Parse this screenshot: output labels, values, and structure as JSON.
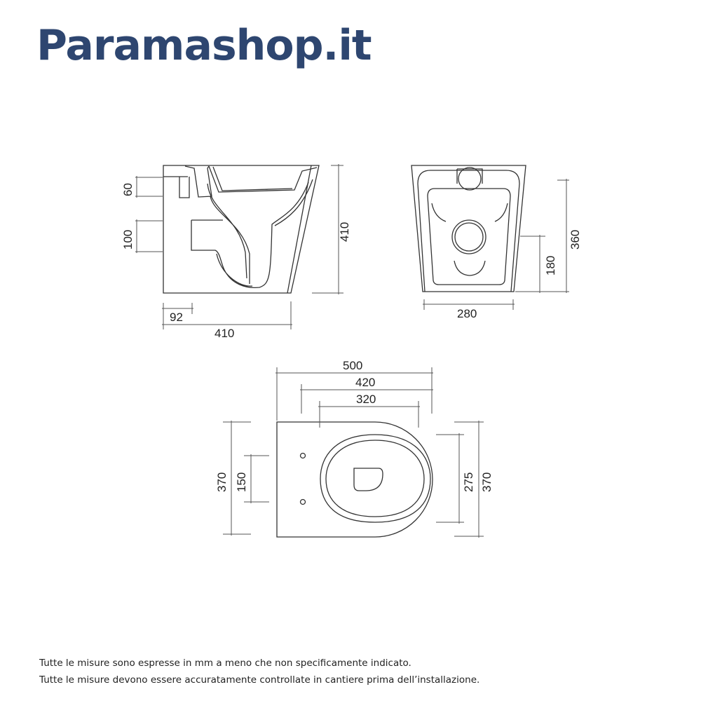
{
  "brand": {
    "name": "Paramashop.it",
    "color": "#2e4670"
  },
  "side_view": {
    "dim_60": "60",
    "dim_100": "100",
    "height": "410",
    "dim_92": "92",
    "depth": "410"
  },
  "front_view": {
    "height": "360",
    "dim_180": "180",
    "width": "280"
  },
  "top_view": {
    "dim_500": "500",
    "dim_420": "420",
    "dim_320": "320",
    "left_370": "370",
    "dim_150": "150",
    "dim_275": "275",
    "right_370": "370"
  },
  "footer": {
    "line1": "Tutte le misure sono espresse in mm a meno che non specificamente indicato.",
    "line2": "Tutte le misure devono essere accuratamente controllate in cantiere prima dell’installazione."
  }
}
